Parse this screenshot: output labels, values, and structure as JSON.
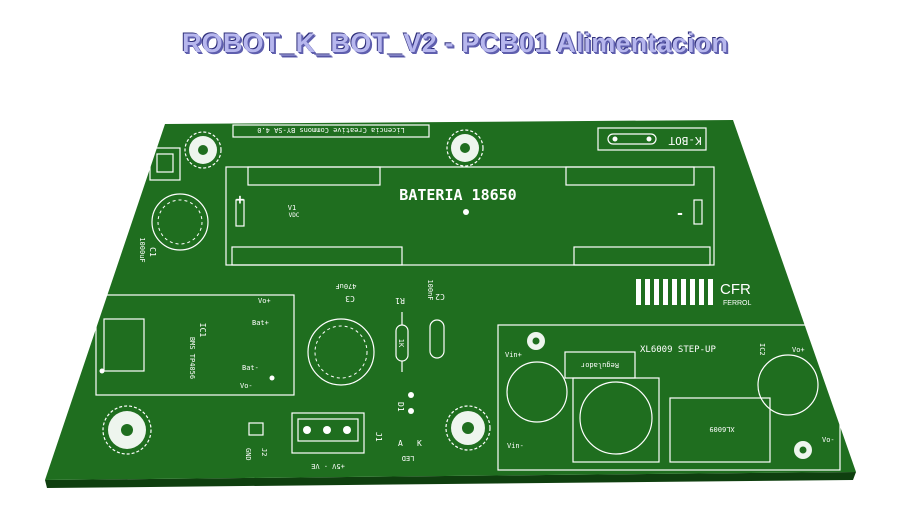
{
  "title": "ROBOT_K_BOT_V2 - PCB01 Alimentacion",
  "colors": {
    "board": "#1f6e1f",
    "board_edge": "#0f3f0f",
    "silkscreen": "#ffffff",
    "title_fill": "#b7b7ee",
    "title_shadow": "#4b4b9a"
  },
  "silkscreen": {
    "license": "Licencia Creative Commons BY-SA 4.0",
    "logo_text": "K-BOT",
    "battery_label": "BATERIA 18650",
    "v1_ref": "V1",
    "v1_value": "VDC",
    "battery_plus": "+",
    "battery_minus": "-",
    "c1_ref": "C1",
    "c1_value": "1000uF",
    "cfr": "CFR",
    "ferrol": "FERROL",
    "ic1_ref": "IC1",
    "ic1_value": "BMS TP4056",
    "bms_vo_plus": "Vo+",
    "bms_bat_plus": "Bat+",
    "bms_bat_minus": "Bat-",
    "bms_vo_minus": "Vo-",
    "c3_ref": "C3",
    "c3_value": "470uF",
    "r1_ref": "R1",
    "r1_value": "1K",
    "c2_ref": "C2",
    "c2_value": "100nF",
    "xl_title": "XL6009 STEP-UP",
    "ic2_ref": "IC2",
    "xl_vin_plus": "Vin+",
    "xl_vo_plus": "Vo+",
    "xl_vin_minus": "Vin-",
    "xl_vo_minus": "Vo-",
    "regulador": "Regulador",
    "xl_chip": "XL6009",
    "d1_ref": "D1",
    "d1_k": "K",
    "d1_a": "A",
    "d1_value": "LED",
    "j1_ref": "J1",
    "j1_pins": "+5V  -  VE",
    "j2_ref": "J2",
    "j2_value": "GND"
  }
}
